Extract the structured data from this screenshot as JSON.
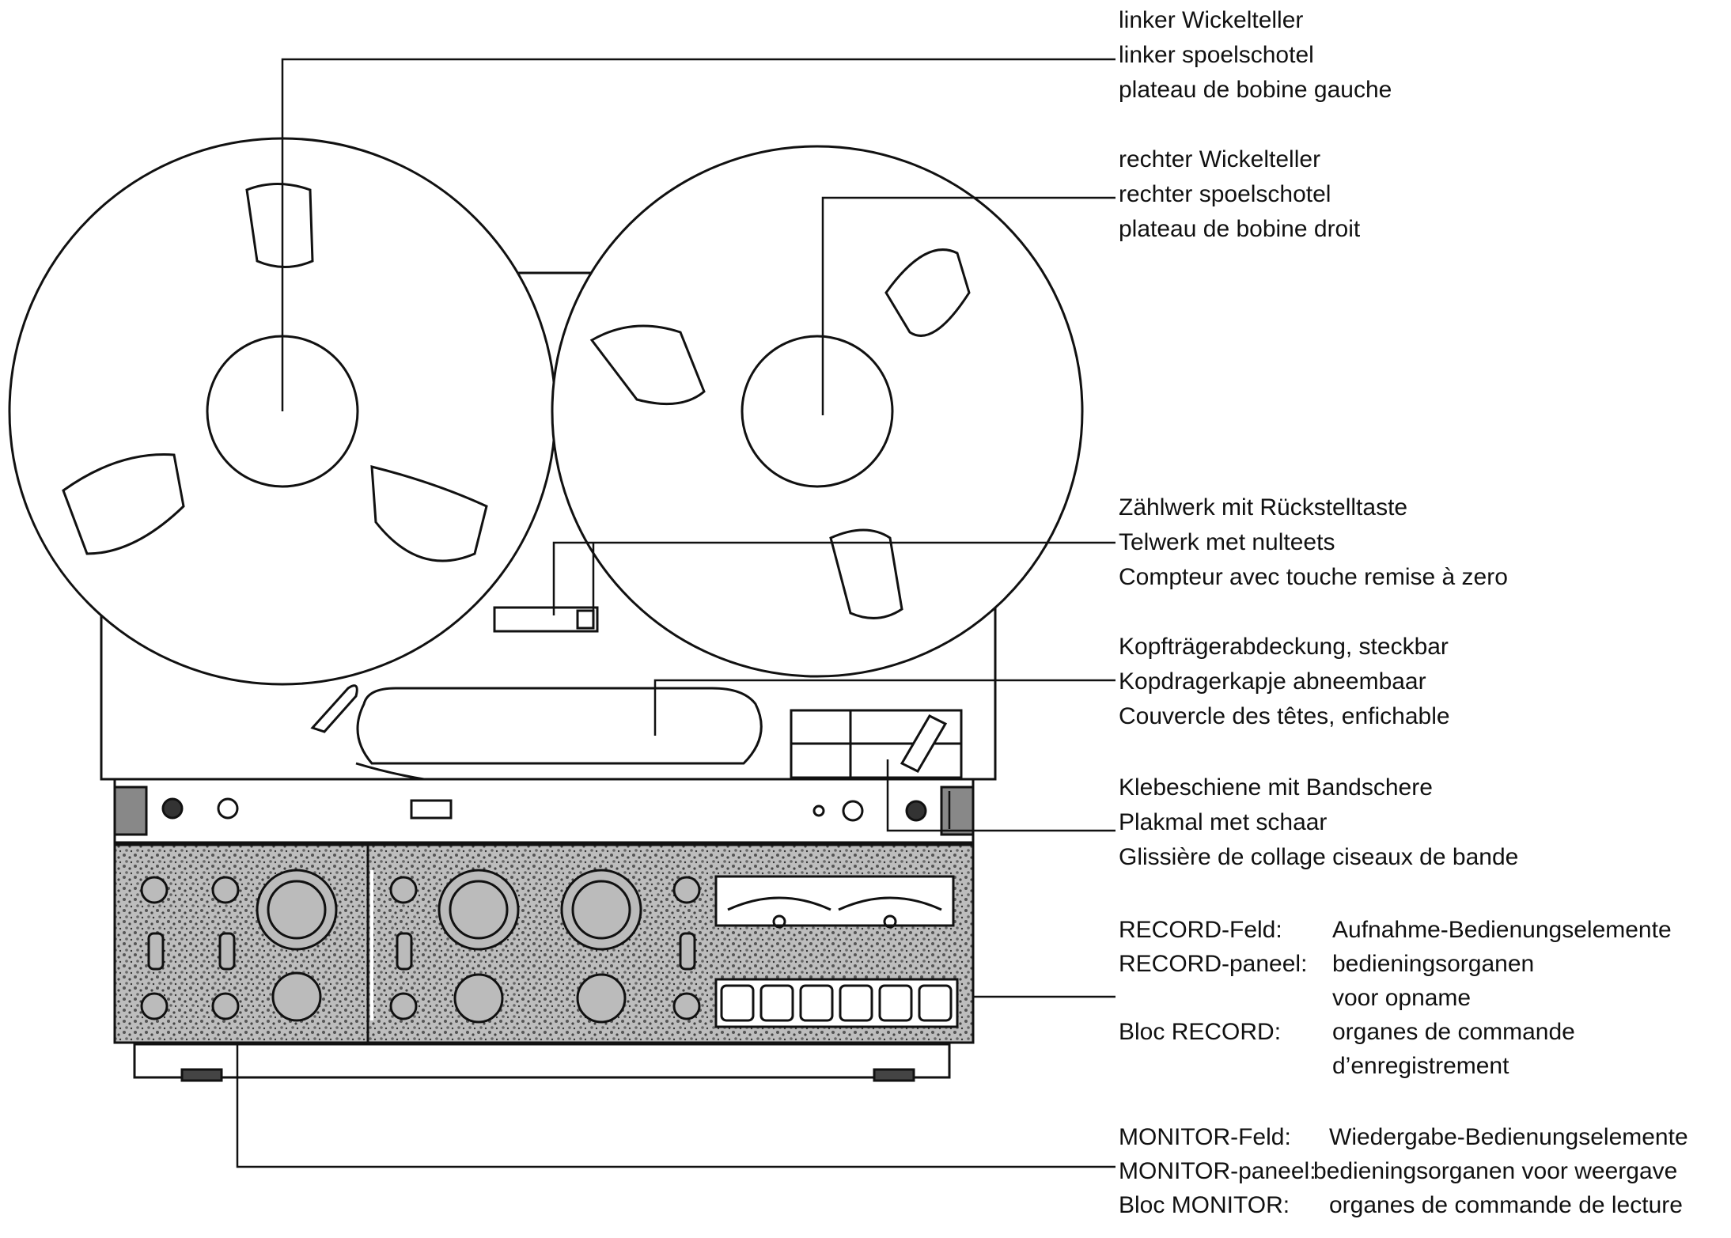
{
  "labels": {
    "left_reel": [
      "linker Wickelteller",
      "linker spoelschotel",
      "plateau de bobine gauche"
    ],
    "right_reel": [
      "rechter Wickelteller",
      "rechter spoelschotel",
      "plateau de bobine droit"
    ],
    "counter": [
      "Zählwerk mit Rückstelltaste",
      "Telwerk met nulteets",
      "Compteur avec touche remise à zero"
    ],
    "head_cover": [
      "Kopfträgerabdeckung, steckbar",
      "Kopdragerkapje abneembaar",
      "Couvercle des têtes, enfichable"
    ],
    "splicing": [
      "Klebeschiene mit Bandschere",
      "Plakmal met schaar",
      "Glissière de collage ciseaux de bande"
    ],
    "record": {
      "rows": [
        {
          "k": "RECORD-Feld:",
          "v": "Aufnahme-Bedienungselemente"
        },
        {
          "k": "RECORD-paneel:",
          "v": "bedieningsorganen"
        },
        {
          "k": "",
          "v": "voor opname"
        },
        {
          "k": "Bloc RECORD:",
          "v": "organes de commande"
        },
        {
          "k": "",
          "v": "d’enregistrement"
        }
      ]
    },
    "monitor": {
      "rows": [
        {
          "k": "MONITOR-Feld:",
          "v": "Wiedergabe-Bedienungselemente"
        },
        {
          "k": "MONITOR-paneel:",
          "v": "bedieningsorganen voor weergave"
        },
        {
          "k": "Bloc MONITOR:",
          "v": "organes de commande de lecture"
        }
      ]
    }
  },
  "colors": {
    "ink": "#111111",
    "panel_texture": "#9a9a9a",
    "paper": "#ffffff"
  }
}
